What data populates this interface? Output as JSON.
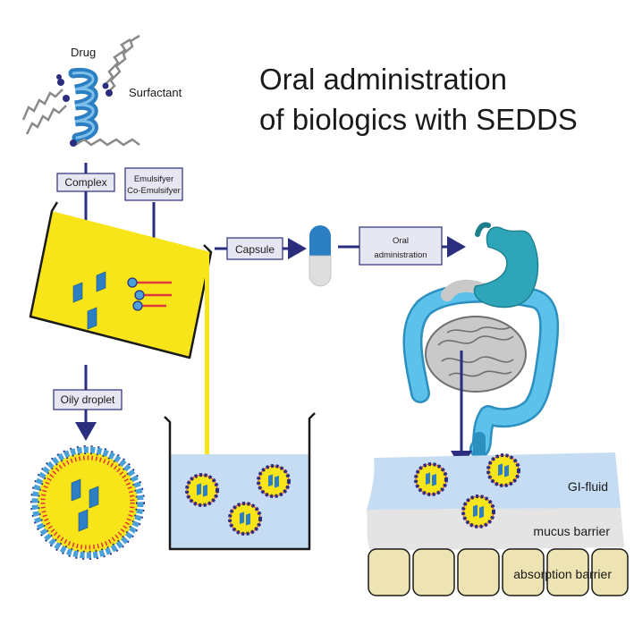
{
  "title": {
    "line1": "Oral administration",
    "line2": "of biologics with SEDDS"
  },
  "labels": {
    "drug": "Drug",
    "surfactant": "Surfactant",
    "complex": "Complex",
    "emulsifier": "Emulsifyer",
    "co_emulsifier": "Co-Emulsifyer",
    "capsule": "Capsule",
    "oral_administration_line1": "Oral",
    "oral_administration_line2": "administration",
    "oily_droplet": "Oily droplet",
    "gi_fluid": "GI-fluid",
    "mucus_barrier": "mucus barrier",
    "absorption_barrier": "absorption barrier"
  },
  "colors": {
    "arrow": "#2b2d7e",
    "box_fill": "#e6e7f2",
    "box_stroke": "#2b2d7e",
    "oil_yellow": "#f7e419",
    "water_blue": "#c5dcf2",
    "helix_blue": "#2b7fc2",
    "stomach_teal": "#2ea5b8",
    "colon_blue": "#3aa6d6",
    "intestine_grey": "#c9c9c9",
    "cell_beige": "#ede3b3",
    "mucus_grey": "#e4e4e4",
    "surfactant_red": "#e0383a",
    "head_blue": "#4aa0d9"
  }
}
